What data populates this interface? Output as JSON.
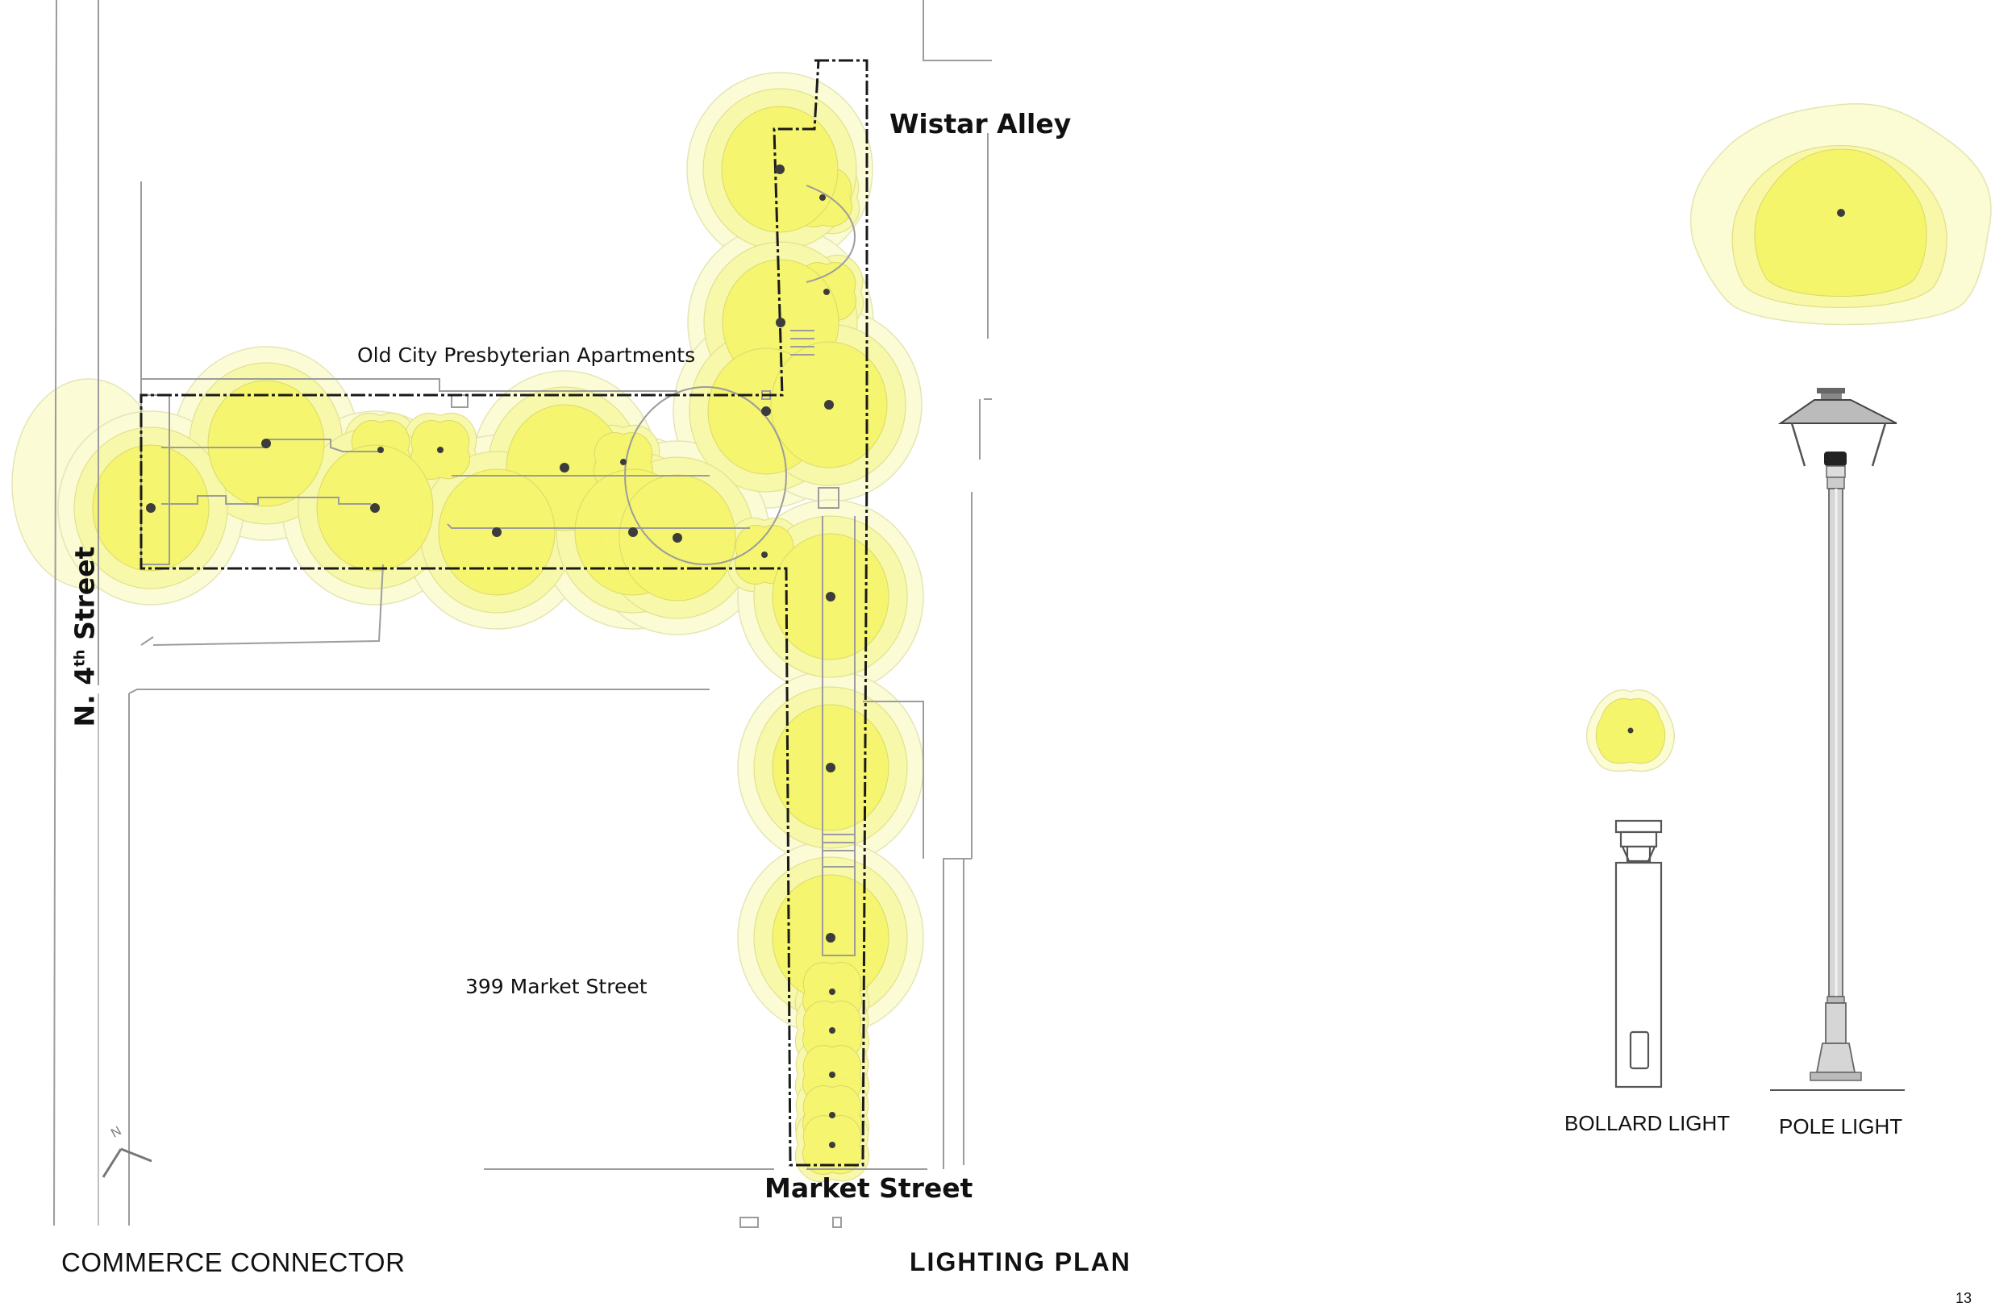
{
  "streets": {
    "wistar_alley": "Wistar Alley",
    "market_street": "Market Street",
    "n4th_prefix": "N. 4",
    "n4th_sup": "th",
    "n4th_suffix": " Street"
  },
  "buildings": {
    "old_city": "Old City Presbyterian Apartments",
    "market_399": "399 Market Street"
  },
  "legend": {
    "bollard_label": "BOLLARD LIGHT",
    "pole_label": "POLE LIGHT"
  },
  "north_arrow_label": "N",
  "footer": {
    "project": "COMMERCE CONNECTOR",
    "sheet_title": "LIGHTING PLAN",
    "page_number": "13"
  },
  "colors": {
    "glow_outer": "#fbfbd2",
    "glow_mid": "#f7f79e",
    "glow_inner": "#f4f46a",
    "line": "#9a9a9a",
    "boundary": "#1a1a1a"
  }
}
